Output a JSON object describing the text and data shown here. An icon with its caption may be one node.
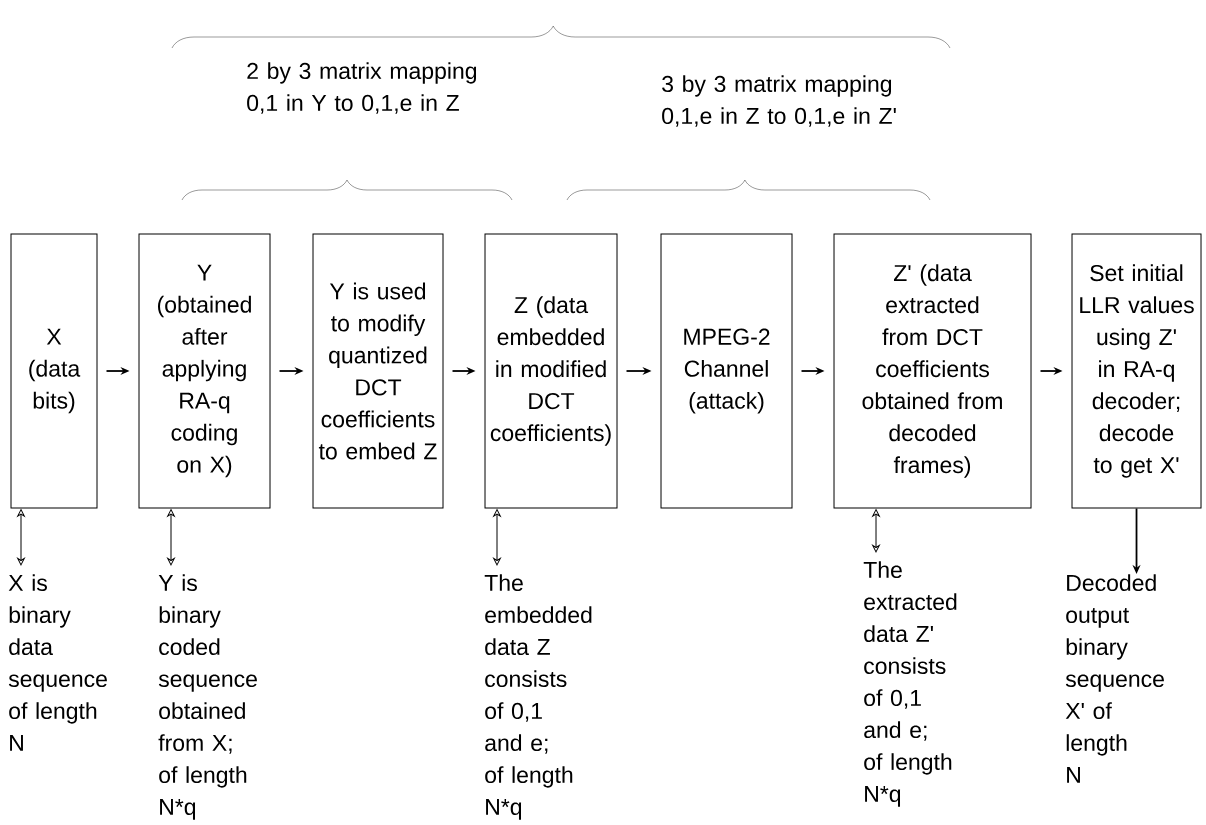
{
  "diagram": {
    "nodes": [
      {
        "text": [
          "X (data bits)"
        ]
      },
      {
        "text": [
          "Y (obtained after applying RA-q coding on X)"
        ]
      },
      {
        "text": [
          "Y is used to modify quantized DCT coefficients to embed Z"
        ]
      },
      {
        "text": [
          "Z (data embedded in modified DCT coefficients)"
        ]
      },
      {
        "text": [
          "MPEG-2 Channel (attack)"
        ]
      },
      {
        "text": [
          "Z' (data extracted from DCT coefficients obtained from decoded frames)"
        ]
      },
      {
        "text": [
          "Set initial LLR values using Z' in RA-q decoder; decode to get X'"
        ]
      },
      {
        "text": [
          "X is binary data sequence of length N"
        ]
      },
      {
        "text": [
          "Y is binary coded sequence obtained from X; of length N*q"
        ]
      },
      {
        "text": [
          "The embedded data Z consists of 0,1 and e; of length N*q"
        ]
      },
      {
        "text": [
          "The extracted data Z' consists of 0,1 and e; of length N*q"
        ]
      },
      {
        "text": [
          "Decoded output binary sequence X' of length N"
        ]
      }
    ],
    "edges": [
      {
        "from": 0,
        "to": 1,
        "arrow": "to"
      },
      {
        "from": 1,
        "to": 2,
        "arrow": "to"
      },
      {
        "from": 2,
        "to": 3,
        "arrow": "to"
      },
      {
        "from": 3,
        "to": 4,
        "arrow": "to"
      },
      {
        "from": 4,
        "to": 5,
        "arrow": "to"
      },
      {
        "from": 5,
        "to": 6,
        "arrow": "to"
      },
      {
        "from": 0,
        "to": 7,
        "arrow": "both"
      },
      {
        "from": 1,
        "to": 8,
        "arrow": "both"
      },
      {
        "from": 3,
        "to": 9,
        "arrow": "both"
      },
      {
        "from": 5,
        "to": 10,
        "arrow": "both"
      },
      {
        "from": 6,
        "to": 11,
        "arrow": "to"
      }
    ],
    "labels": [
      "2 by 3 matrix mapping 0,1 in Y to 0,1,e in Z",
      "3 by 3 matrix mapping 0,1,e in Z to 0,1,e in Z'"
    ]
  }
}
